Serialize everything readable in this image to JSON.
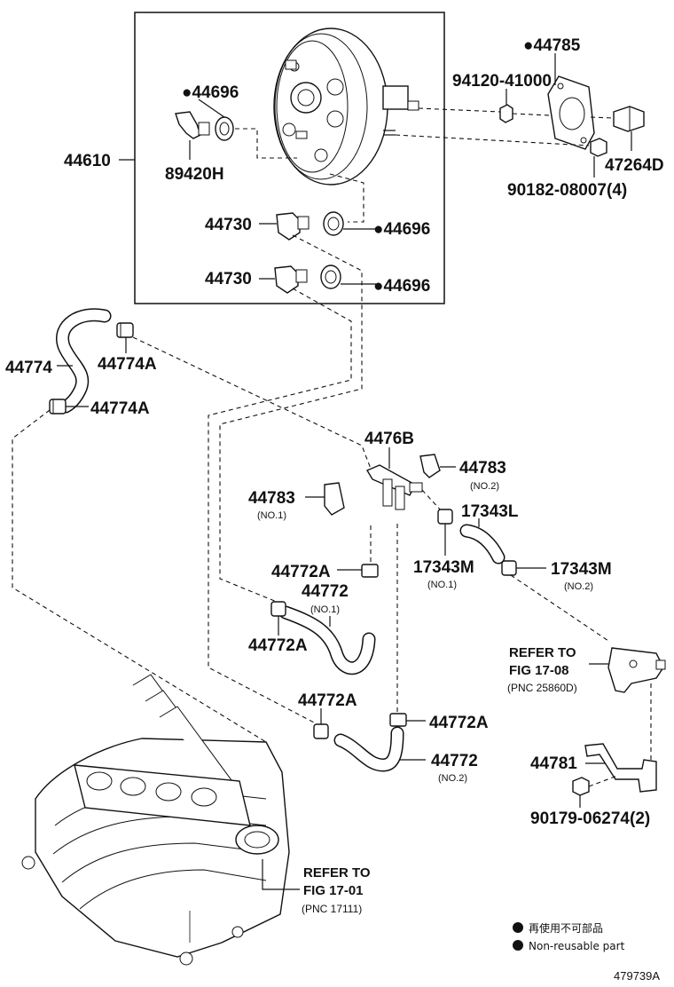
{
  "labels": {
    "booster": "44610",
    "b_gasket_top": "●44696",
    "valve": "89420H",
    "check_valve_1": "44730",
    "grommet_1": "●44696",
    "check_valve_2": "44730",
    "grommet_2": "●44696",
    "gasket_plate": "●44785",
    "nut_upper": "94120-41000",
    "clevis": "47264D",
    "nut_lower": "90182-08007(4)",
    "hose_main": "44774",
    "clamp_main_top": "44774A",
    "clamp_main_bottom": "44774A",
    "union": "4476B",
    "bracket_no2": "44783",
    "bracket_no2_sub": "(NO.2)",
    "bracket_no1": "44783",
    "bracket_no1_sub": "(NO.1)",
    "hose_17343l": "17343L",
    "clamp_17343m_no1": "17343M",
    "clamp_17343m_no1_sub": "(NO.1)",
    "clamp_17343m_no2": "17343M",
    "clamp_17343m_no2_sub": "(NO.2)",
    "clamp_44772a_1": "44772A",
    "hose_44772_no1": "44772",
    "hose_44772_no1_sub": "(NO.1)",
    "clamp_44772a_2": "44772A",
    "clamp_44772a_3": "44772A",
    "clamp_44772a_4": "44772A",
    "hose_44772_no2": "44772",
    "hose_44772_no2_sub": "(NO.2)",
    "bracket_44781": "44781",
    "bolt_44781": "90179-06274(2)"
  },
  "refs": {
    "fig1708": {
      "line1": "REFER TO",
      "line2": "FIG 17-08",
      "line3": "(PNC 25860D)"
    },
    "fig1701": {
      "line1": "REFER TO",
      "line2": "FIG 17-01",
      "line3": "(PNC 17111)"
    }
  },
  "legend": {
    "line_jp": "再使用不可部品",
    "line_en": "Non-reusable part"
  },
  "figure_id": "479739A"
}
